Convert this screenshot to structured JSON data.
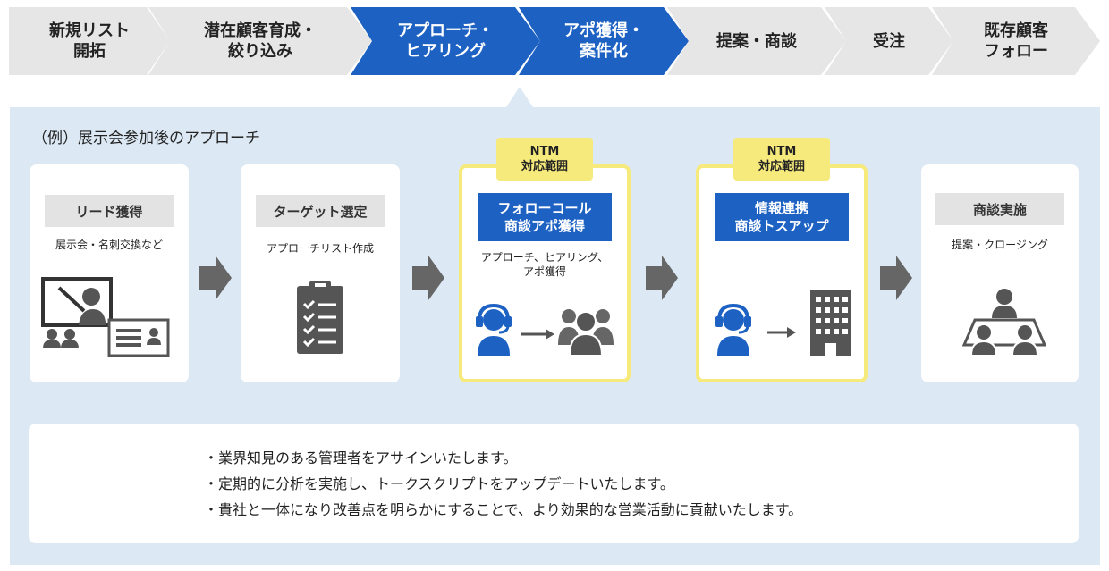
{
  "process": {
    "steps": [
      {
        "label": "新規リスト\n開拓",
        "active": false
      },
      {
        "label": "潜在顧客育成・\n絞り込み",
        "active": false
      },
      {
        "label": "アプローチ・\nヒアリング",
        "active": true
      },
      {
        "label": "アポ獲得・\n案件化",
        "active": true
      },
      {
        "label": "提案・商談",
        "active": false
      },
      {
        "label": "受注",
        "active": false
      },
      {
        "label": "既存顧客\nフォロー",
        "active": false
      }
    ],
    "colors": {
      "inactive": "#e6e6e6",
      "active": "#1d62c3",
      "highlight": "#f7ea7c",
      "panel": "#dce9f4"
    }
  },
  "example_title": "（例）展示会参加後のアプローチ",
  "cards": [
    {
      "title": "リード獲得",
      "sub": "展示会・名刺交換など",
      "icon": "presentation-icon"
    },
    {
      "title": "ターゲット選定",
      "sub": "アプローチリスト作成",
      "icon": "clipboard-checklist-icon"
    },
    {
      "tag_line1": "NTM",
      "tag_line2": "対応範囲",
      "title_line1": "フォローコール",
      "title_line2": "商談アポ獲得",
      "sub": "アプローチ、ヒアリング、\nアポ獲得",
      "icon": "operator-to-group-icon"
    },
    {
      "tag_line1": "NTM",
      "tag_line2": "対応範囲",
      "title_line1": "情報連携",
      "title_line2": "商談トスアップ",
      "icon": "operator-to-building-icon"
    },
    {
      "title": "商談実施",
      "sub": "提案・クロージング",
      "icon": "meeting-table-icon"
    }
  ],
  "bullets": [
    "・業界知見のある管理者をアサインいたします。",
    "・定期的に分析を実施し、トークスクリプトをアップデートいたします。",
    "・貴社と一体になり改善点を明らかにすることで、より効果的な営業活動に貢献いたします。"
  ]
}
